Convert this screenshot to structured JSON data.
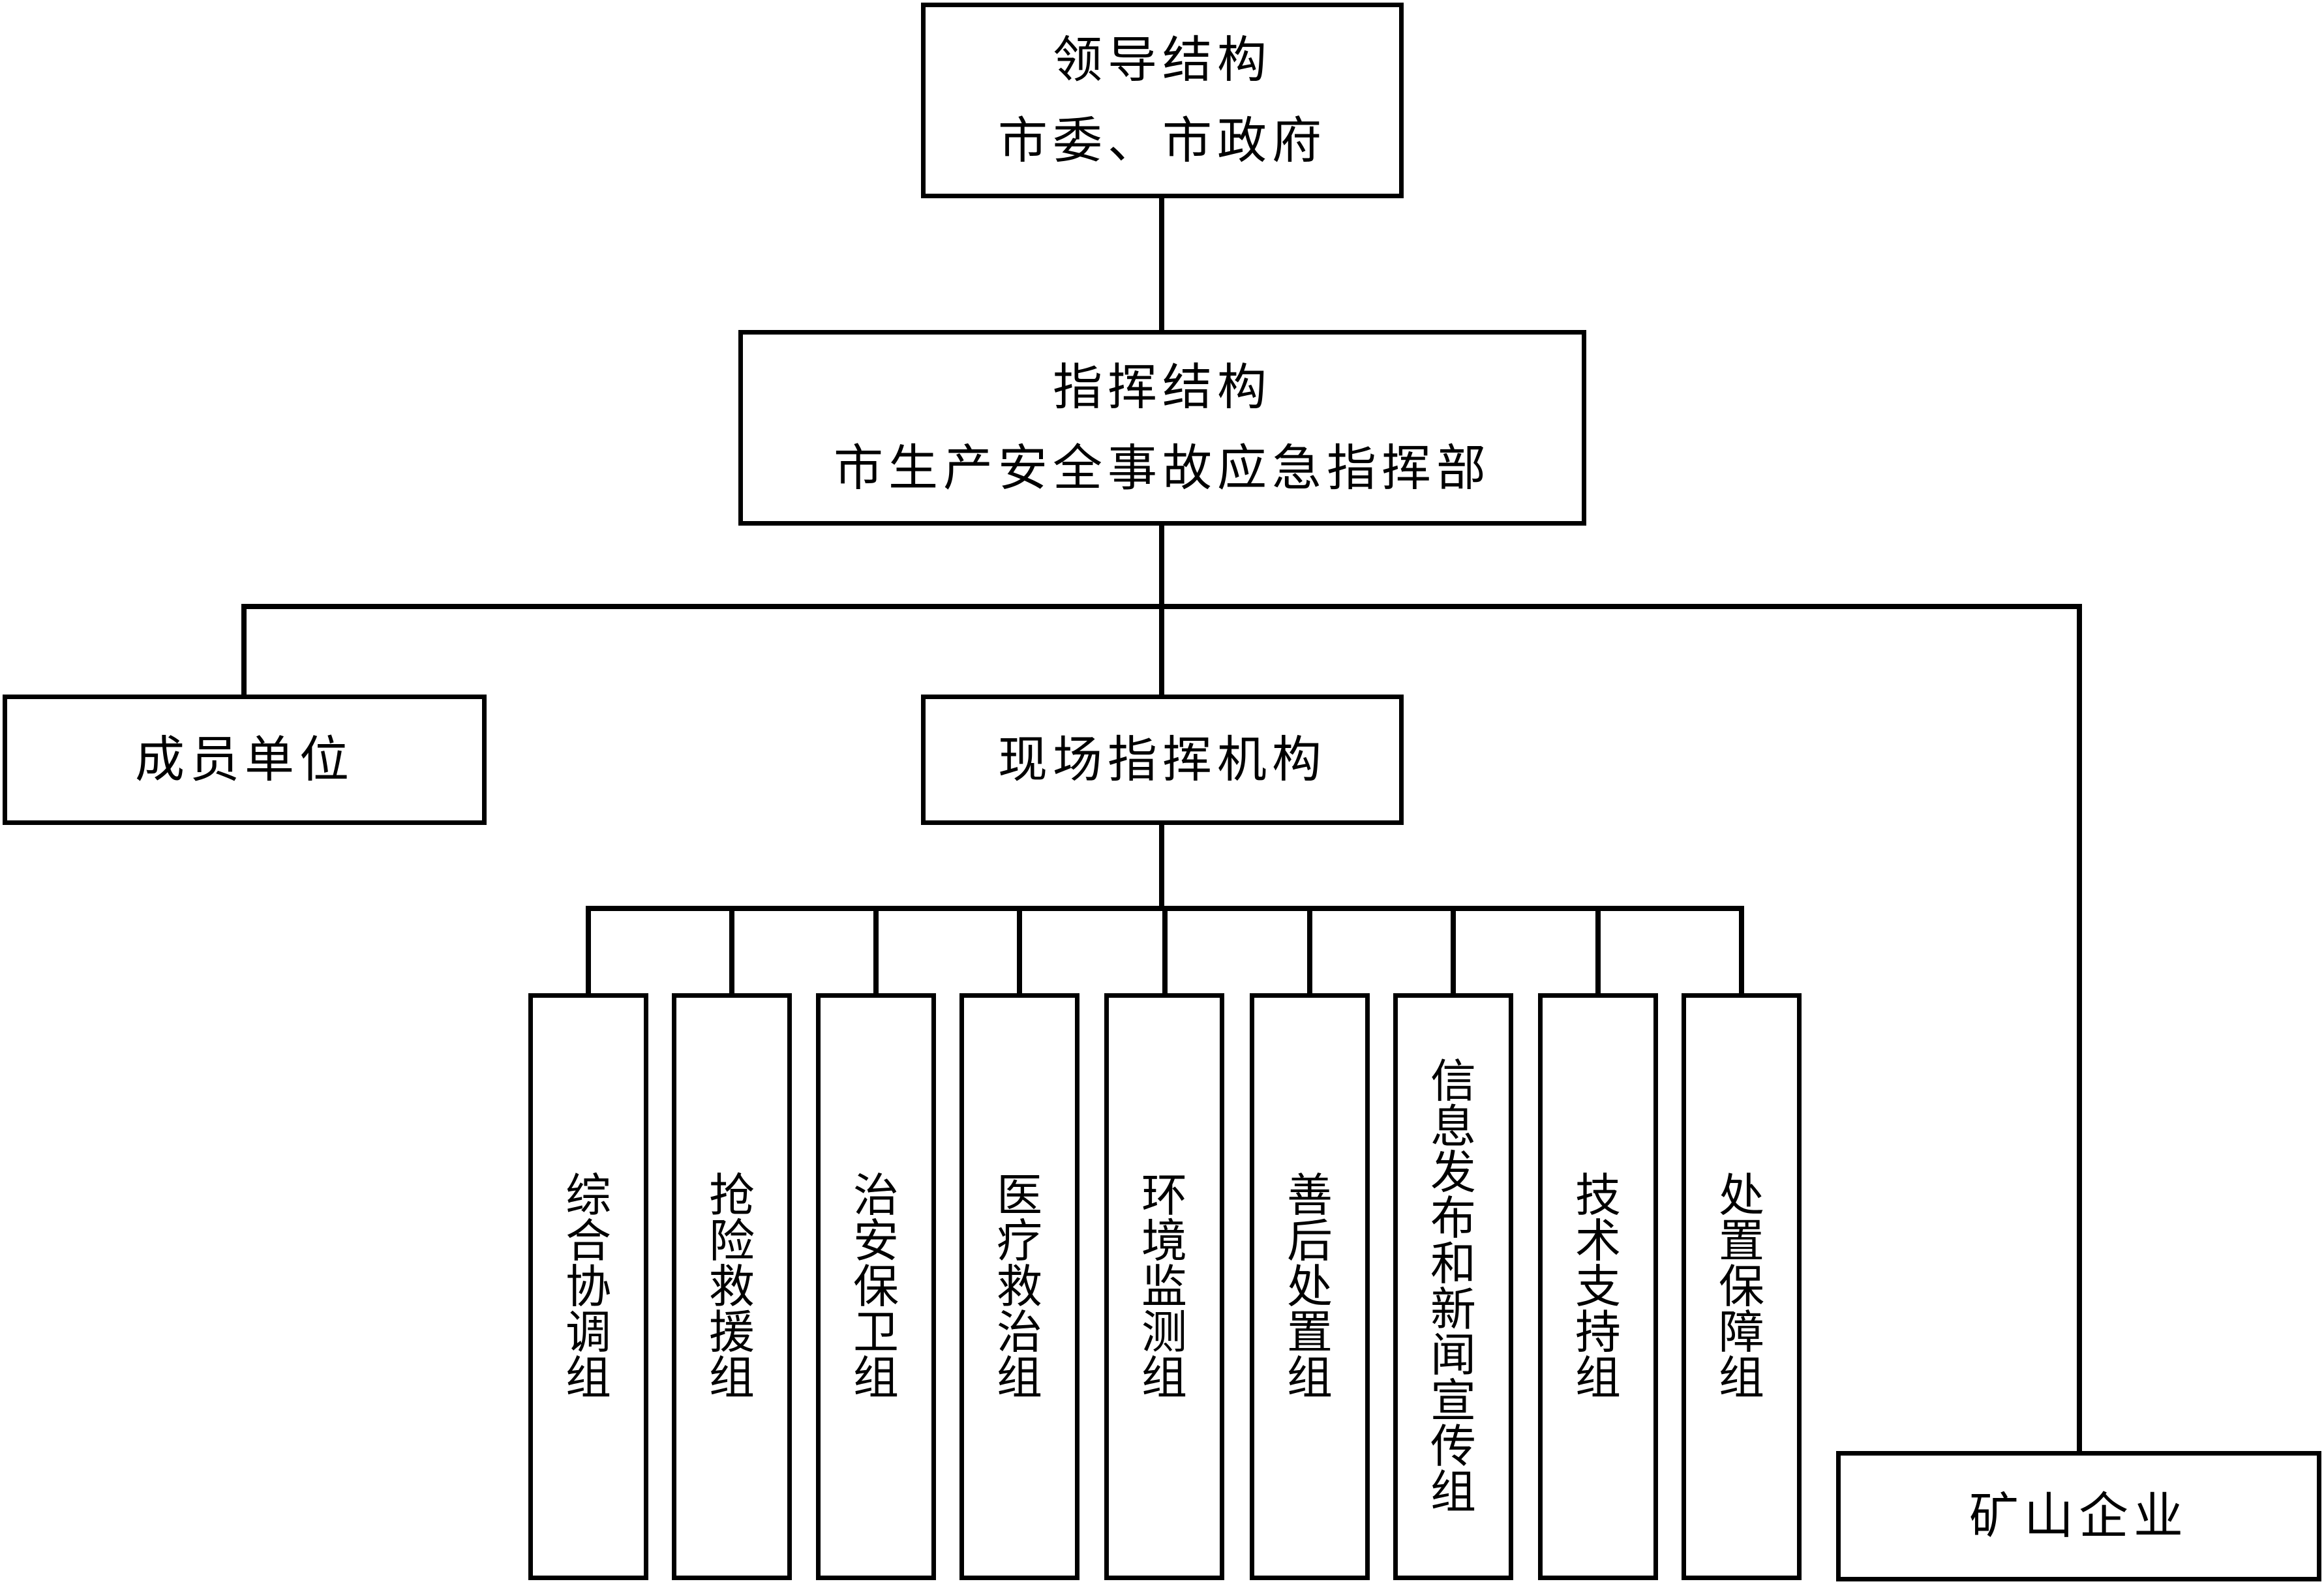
{
  "leadership": {
    "title": "领导结构",
    "subtitle": "市委、市政府"
  },
  "command": {
    "title": "指挥结构",
    "subtitle": "市生产安全事故应急指挥部"
  },
  "member_units": {
    "label": "成员单位"
  },
  "field_command": {
    "label": "现场指挥机构"
  },
  "mining_enterprise": {
    "label": "矿山企业"
  },
  "groups": [
    "综合协调组",
    "抢险救援组",
    "治安保卫组",
    "医疗救治组",
    "环境监测组",
    "善后处置组",
    "信息发布和新闻宣传组",
    "技术支持组",
    "处置保障组"
  ]
}
